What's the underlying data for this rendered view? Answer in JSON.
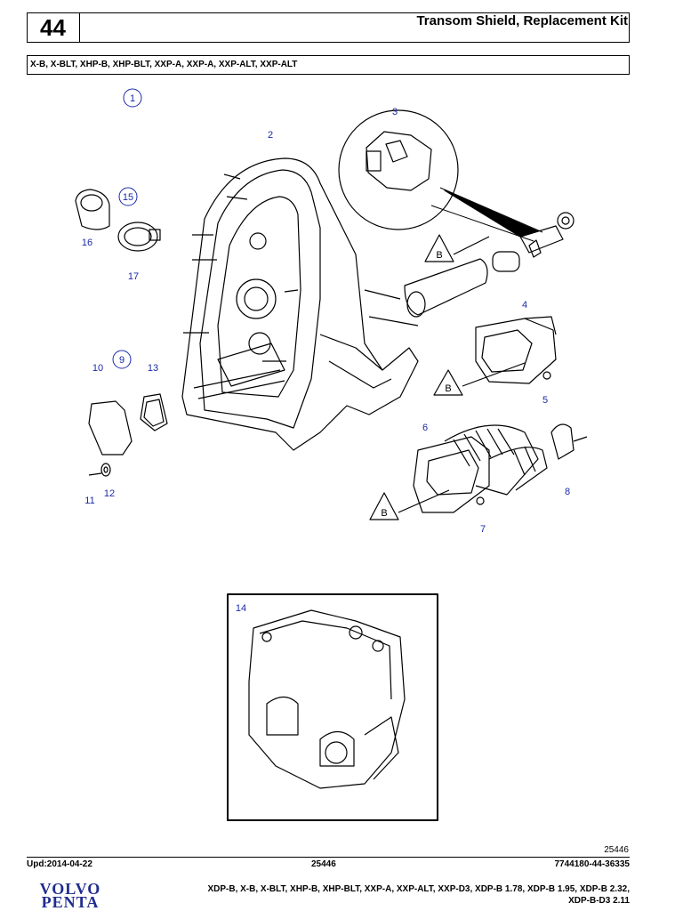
{
  "header": {
    "page_number": "44",
    "title": "Transom Shield, Replacement Kit",
    "models": "X-B, X-BLT, XHP-B, XHP-BLT, XXP-A, XXP-A, XXP-ALT, XXP-ALT"
  },
  "callouts": {
    "c1": "1",
    "c2": "2",
    "c3": "3",
    "c4": "4",
    "c5": "5",
    "c6": "6",
    "c7": "7",
    "c8": "8",
    "c9": "9",
    "c10": "10",
    "c11": "11",
    "c12": "12",
    "c13": "13",
    "c14": "14",
    "c15": "15",
    "c16": "16",
    "c17": "17",
    "b_marker": "B"
  },
  "footer": {
    "image_number_top": "25446",
    "update": "Upd:2014-04-22",
    "image_number": "25446",
    "catalog_number": "7744180-44-36335",
    "brand_line1": "VOLVO",
    "brand_line2": "PENTA",
    "models_line1": "XDP-B, X-B, X-BLT, XHP-B, XHP-BLT, XXP-A, XXP-ALT, XXP-D3, XDP-B 1.78, XDP-B 1.95, XDP-B 2.32,",
    "models_line2": "XDP-B-D3 2.11"
  },
  "colors": {
    "callout": "#1a2aa8",
    "brand": "#1f2c8f",
    "line": "#000000"
  }
}
